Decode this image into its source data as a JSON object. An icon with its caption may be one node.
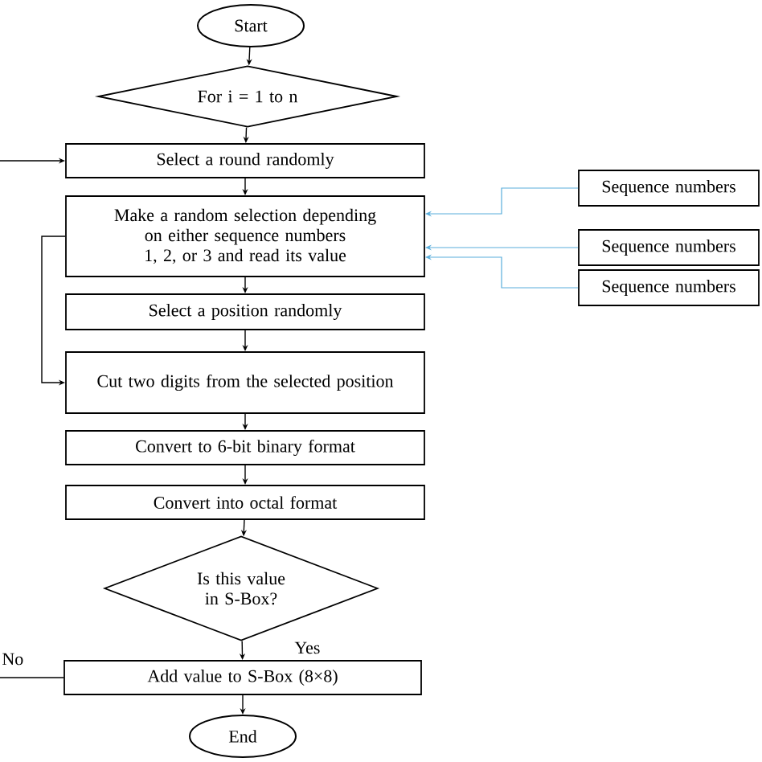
{
  "diagram": {
    "nodes": [
      {
        "text": [
          "Start"
        ]
      },
      {
        "text": [
          "For i = 1 to n"
        ]
      },
      {
        "text": [
          "Select a round randomly"
        ]
      },
      {
        "text": [
          "Make a random selection depending on either sequence numbers 1, 2, or 3 and read its value"
        ]
      },
      {
        "text": [
          "Select a position randomly"
        ]
      },
      {
        "text": [
          "Cut two digits from the selected position"
        ]
      },
      {
        "text": [
          "Convert to 6-bit binary format"
        ]
      },
      {
        "text": [
          "Convert into octal format"
        ]
      },
      {
        "text": [
          "Is this value in S-Box?"
        ]
      },
      {
        "text": [
          "Add value to S-Box (8×8)"
        ]
      },
      {
        "text": [
          "End"
        ]
      },
      {
        "text": [
          "Sequence numbers"
        ]
      },
      {
        "text": [
          "Sequence numbers"
        ]
      },
      {
        "text": [
          "Sequence numbers"
        ]
      }
    ],
    "edges": [
      {
        "from": 0,
        "to": 1,
        "arrow": "to"
      },
      {
        "from": 1,
        "to": 2,
        "arrow": "to"
      },
      {
        "from": 2,
        "to": 3,
        "arrow": "to"
      },
      {
        "from": 3,
        "to": 4,
        "arrow": "to"
      },
      {
        "from": 4,
        "to": 5,
        "arrow": "to"
      },
      {
        "from": 5,
        "to": 6,
        "arrow": "to"
      },
      {
        "from": 6,
        "to": 7,
        "arrow": "to"
      },
      {
        "from": 7,
        "to": 8,
        "arrow": "to"
      },
      {
        "from": 8,
        "to": 9,
        "arrow": "to",
        "label": "Yes"
      },
      {
        "from": 9,
        "to": 10,
        "arrow": "to"
      },
      {
        "from": null,
        "to": 2,
        "arrow": "to"
      },
      {
        "from": 3,
        "to": 5,
        "arrow": "to"
      },
      {
        "from": 11,
        "to": 3,
        "arrow": "to",
        "color": "#5aaedc"
      },
      {
        "from": 12,
        "to": 3,
        "arrow": "to",
        "color": "#5aaedc"
      },
      {
        "from": 13,
        "to": 3,
        "arrow": "to",
        "color": "#5aaedc"
      },
      {
        "from": null,
        "to": 9,
        "arrow": "none",
        "label": "No"
      }
    ]
  }
}
